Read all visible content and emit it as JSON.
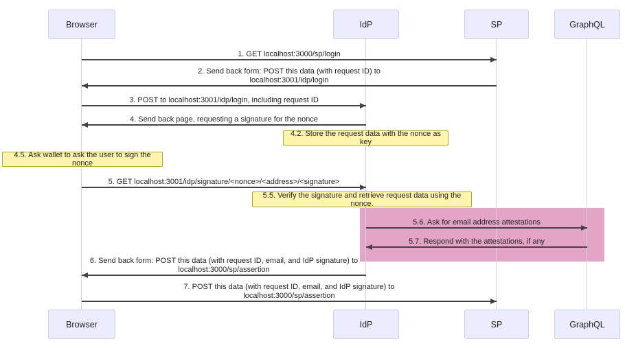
{
  "diagram": {
    "type": "sequence",
    "actors": [
      {
        "label": "Browser"
      },
      {
        "label": "IdP"
      },
      {
        "label": "SP"
      },
      {
        "label": "GraphQL"
      }
    ],
    "messages": [
      {
        "from": "Browser",
        "to": "SP",
        "label": "1. GET localhost:3000/sp/login"
      },
      {
        "from": "SP",
        "to": "Browser",
        "label": "2. Send back form: POST this data (with request ID) to\nlocalhost:3001/idp/login"
      },
      {
        "from": "Browser",
        "to": "IdP",
        "label": "3. POST to localhost:3001/idp/login, including request ID"
      },
      {
        "from": "IdP",
        "to": "Browser",
        "label": "4. Send back page, requesting a signature for the nonce"
      },
      {
        "from": "Browser",
        "to": "IdP",
        "label": "5. GET localhost:3001/idp/signature/<nonce>/<address>/<signature>"
      },
      {
        "from": "IdP",
        "to": "GraphQL",
        "label": "5.6. Ask for email address attestations"
      },
      {
        "from": "GraphQL",
        "to": "IdP",
        "label": "5.7. Respond with the attestations, if any"
      },
      {
        "from": "IdP",
        "to": "Browser",
        "label": "6. Send back form: POST this data (with request ID, email, and IdP signature) to\nlocalhost:3000/sp/assertion"
      },
      {
        "from": "Browser",
        "to": "SP",
        "label": "7. POST this data (with request ID, email, and IdP signature) to\nlocalhost:3000/sp/assertion"
      }
    ],
    "notes": [
      {
        "over": "IdP",
        "label": "4.2. Store the request data with the nonce as key"
      },
      {
        "over": "Browser",
        "label": "4.5. Ask wallet to ask the user to sign the nonce"
      },
      {
        "over": "IdP",
        "label": "5.5. Verify the signature and retrieve request data using the nonce."
      }
    ],
    "highlight": {
      "covers_messages": [
        "5.6",
        "5.7"
      ],
      "between_actors": [
        "IdP",
        "GraphQL"
      ]
    },
    "colors": {
      "background": "#FFFFFF",
      "actor_fill": "#ECECFF",
      "actor_border": "#CFCDEA",
      "lifeline": "#D2CFEC",
      "message_line": "#424242",
      "note_fill": "#FFF5AD",
      "note_border": "#AAAA33",
      "highlight_fill": "#E3A4C6",
      "text": "#1F1F1F"
    }
  }
}
